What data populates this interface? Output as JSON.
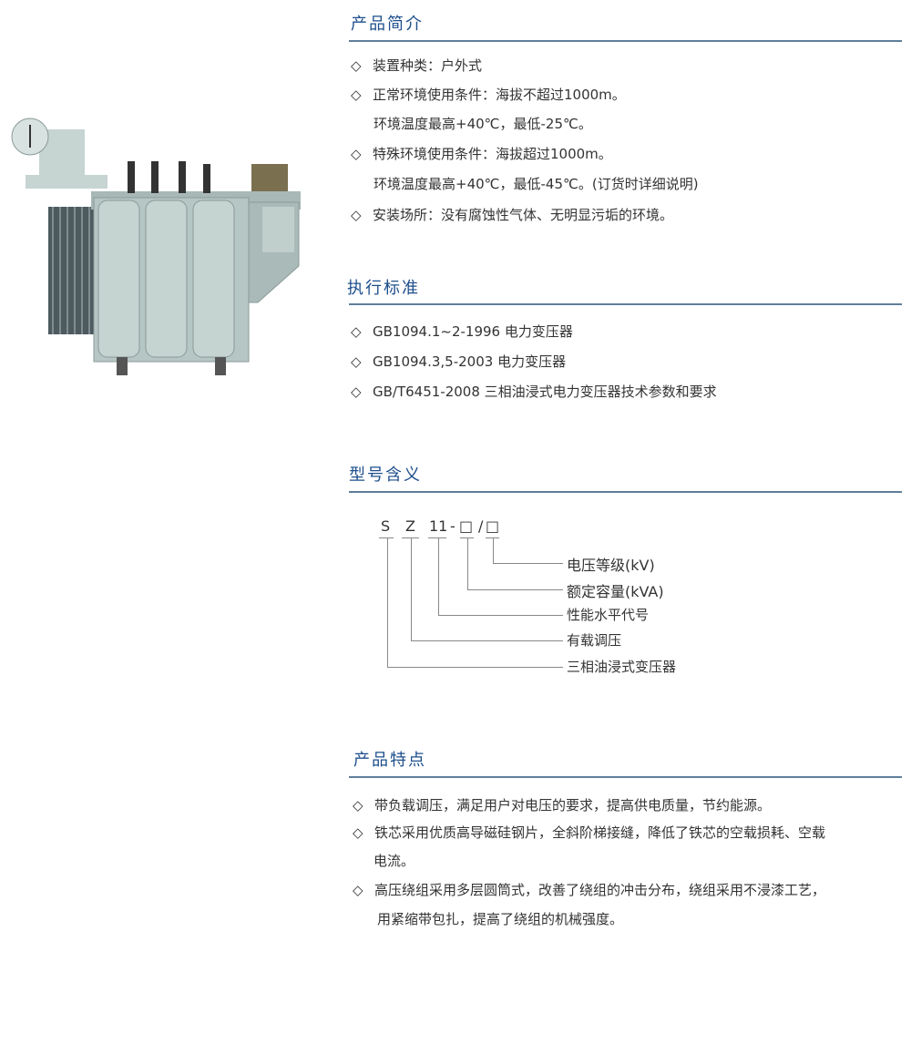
{
  "intro": {
    "title": "产品简介",
    "items": [
      "装置种类：户外式",
      "正常环境使用条件：海拔不超过1000m。",
      "特殊环境使用条件：海拔超过1000m。",
      "安装场所：没有腐蚀性气体、无明显污垢的环境。"
    ],
    "cont": [
      "环境温度最高+40℃，最低-25℃。",
      "环境温度最高+40℃，最低-45℃。(订货时详细说明)"
    ]
  },
  "standards": {
    "title": "执行标准",
    "items": [
      "GB1094.1~2-1996 电力变压器",
      "GB1094.3,5-2003 电力变压器",
      "GB/T6451-2008 三相油浸式电力变压器技术参数和要求"
    ]
  },
  "model": {
    "title": "型号含义",
    "code": [
      "S",
      "Z",
      "11",
      "-",
      "□",
      "/",
      "□"
    ],
    "labels": [
      "电压等级(kV)",
      "额定容量(kVA)",
      "性能水平代号",
      "有载调压",
      "三相油浸式变压器"
    ]
  },
  "features": {
    "title": "产品特点",
    "items": [
      "带负载调压，满足用户对电压的要求，提高供电质量，节约能源。",
      "铁芯采用优质高导磁硅钢片，全斜阶梯接缝，降低了铁芯的空载损耗、空载",
      "高压绕组采用多层圆筒式，改善了绕组的冲击分布，绕组采用不浸漆工艺，"
    ],
    "cont": [
      "电流。",
      "用紧缩带包扎，提高了绕组的机械强度。"
    ]
  },
  "bullet": "◇"
}
